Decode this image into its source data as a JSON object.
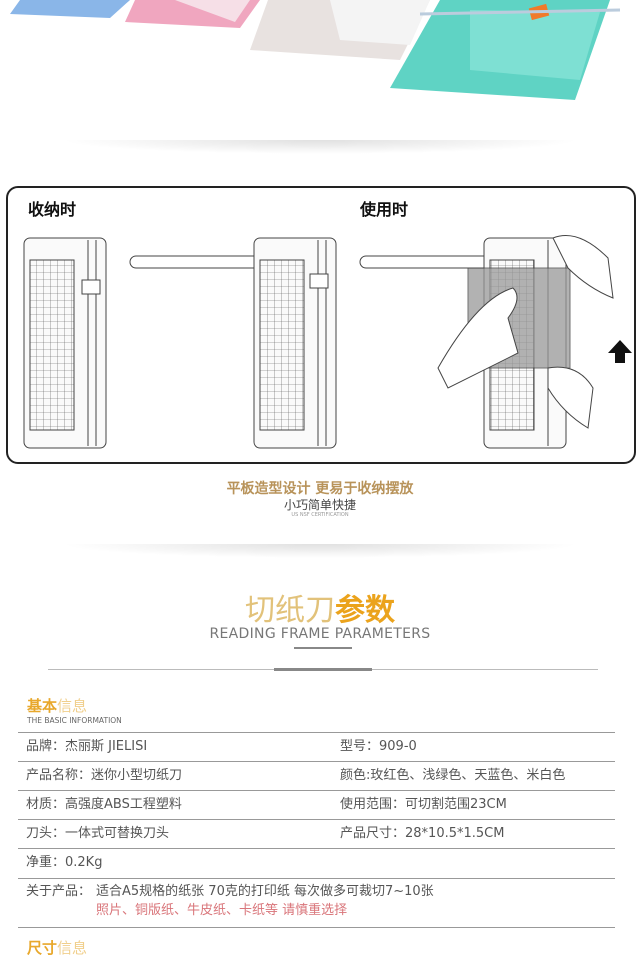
{
  "hero": {
    "colors": [
      "#8ab6e8",
      "#f0a6bf",
      "#e8e2e0",
      "#5fd3c4"
    ],
    "accent": "#f07a2a"
  },
  "diagram": {
    "stored_label": "收纳时",
    "in_use_label": "使用时"
  },
  "tagline": {
    "title": "平板造型设计 更易于收纳摆放",
    "subtitle": "小巧简单快捷",
    "small": "US NSF CERTIFICATION"
  },
  "params": {
    "title_light": "切纸刀",
    "title_bold": "参数",
    "title_en": "READING FRAME PARAMETERS"
  },
  "basic": {
    "title_bold": "基本",
    "title_light": "信息",
    "subtitle": "THE BASIC INFORMATION",
    "rows": [
      {
        "left": "品牌：杰丽斯 JIELISI",
        "right": "型号：909-0"
      },
      {
        "left": "产品名称：迷你小型切纸刀",
        "right": "颜色:玫红色、浅绿色、天蓝色、米白色"
      },
      {
        "left": "材质：高强度ABS工程塑料",
        "right": "使用范围：可切割范围23CM"
      },
      {
        "left": "刀头：一体式可替换刀头",
        "right": "产品尺寸：28*10.5*1.5CM"
      },
      {
        "left": "净重：0.2Kg",
        "right": ""
      }
    ],
    "about_label": "关于产品：",
    "about_text": "适合A5规格的纸张   70克的打印纸  每次做多可裁切7~10张",
    "about_note": "照片、铜版纸、牛皮纸、卡纸等  请慎重选择"
  },
  "size": {
    "title_bold": "尺寸",
    "title_light": "信息"
  }
}
